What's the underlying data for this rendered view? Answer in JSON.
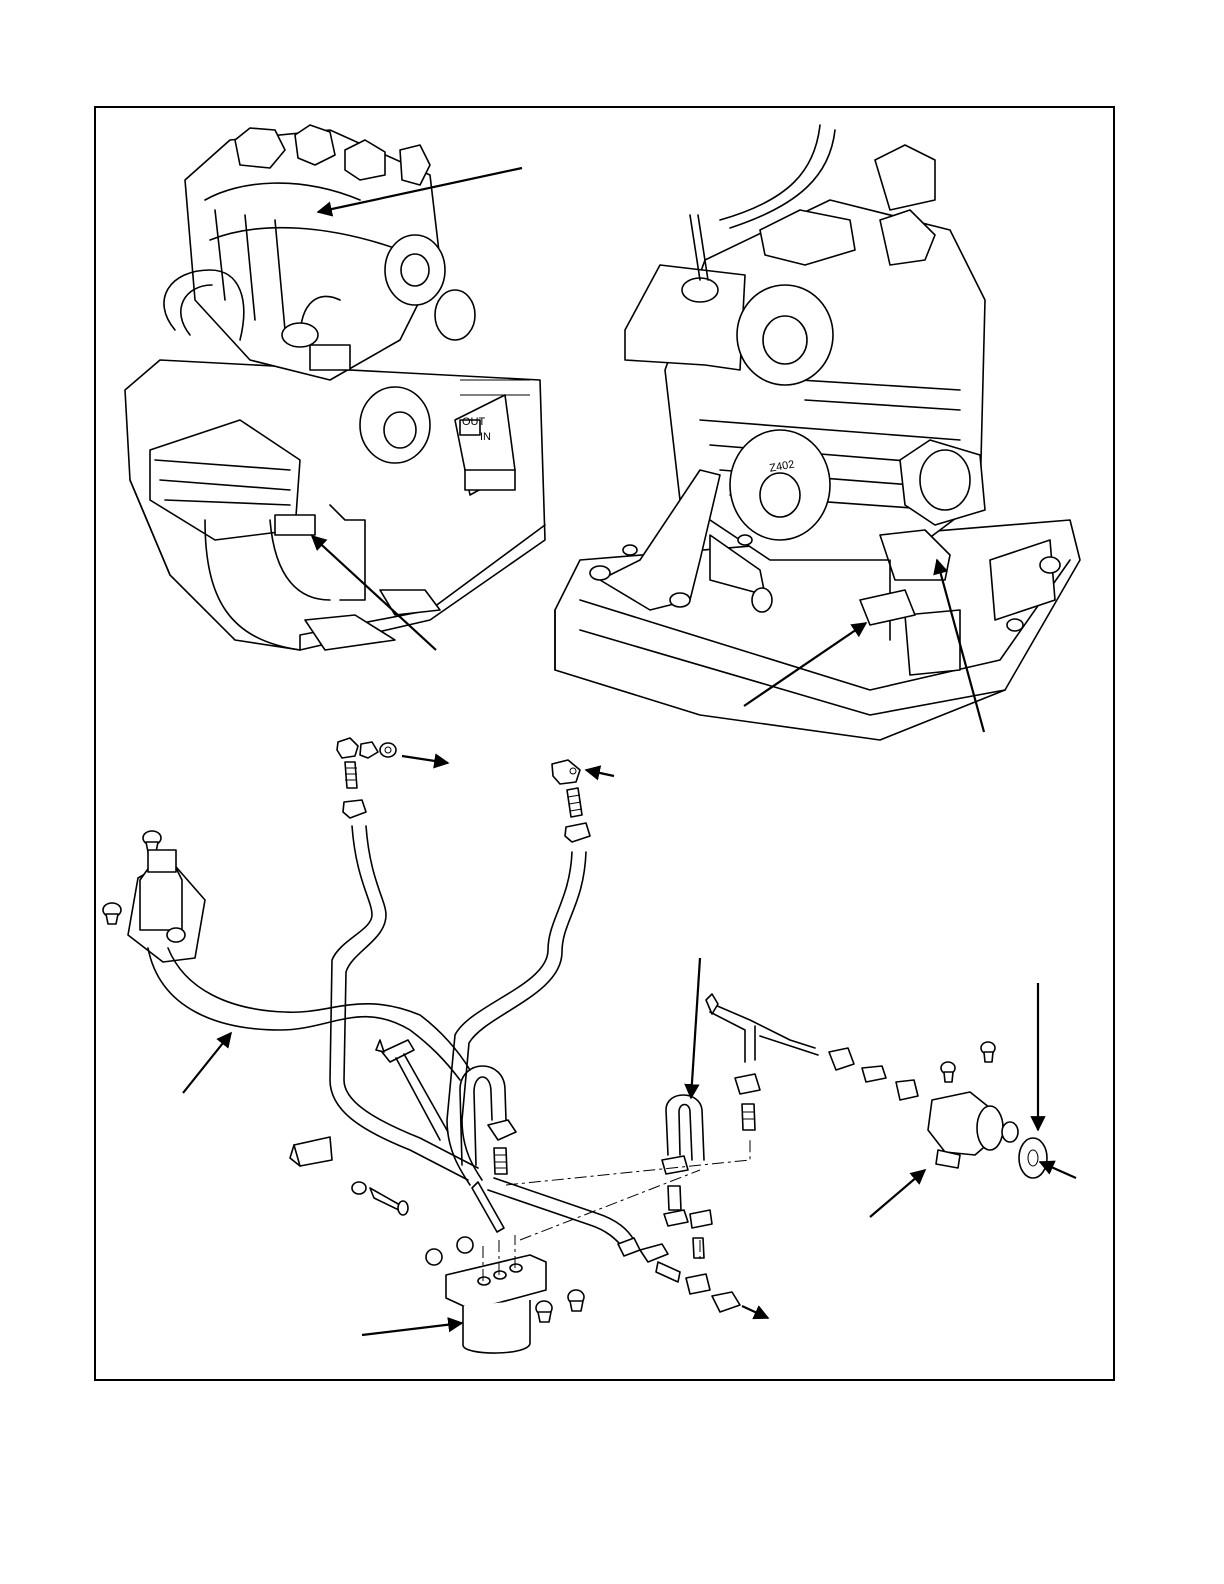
{
  "figure": {
    "embossed_marks": [
      "Z402",
      "IN",
      "OUT"
    ]
  },
  "colors": {
    "line": "#000000",
    "background": "#ffffff",
    "shade": "#e9e9e9"
  },
  "icons": {
    "flow_arrow": "arrow-icon",
    "leader": "leader-line"
  }
}
